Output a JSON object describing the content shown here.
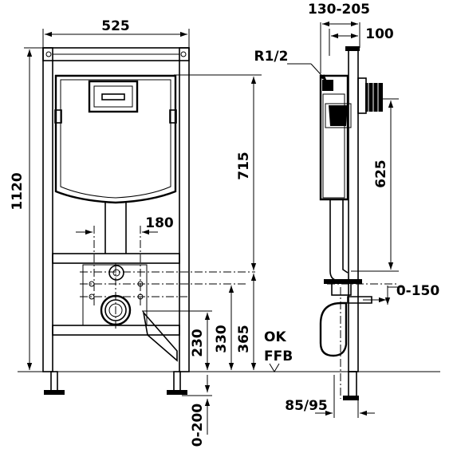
{
  "front_view": {
    "width_label": "525",
    "height_label": "1120",
    "cistern_height_label": "715",
    "bolt_spacing_label": "180",
    "dim_230": "230",
    "dim_330": "330",
    "dim_365": "365",
    "adjust_label": "0-200"
  },
  "reference": {
    "ok_label": "OK",
    "ffb_label": "FFB"
  },
  "side_view": {
    "depth_range_label": "130-205",
    "depth_label": "100",
    "thread_label": "R1/2",
    "vertical_label": "625",
    "offset_label": "0-150",
    "base_label": "85/95"
  }
}
